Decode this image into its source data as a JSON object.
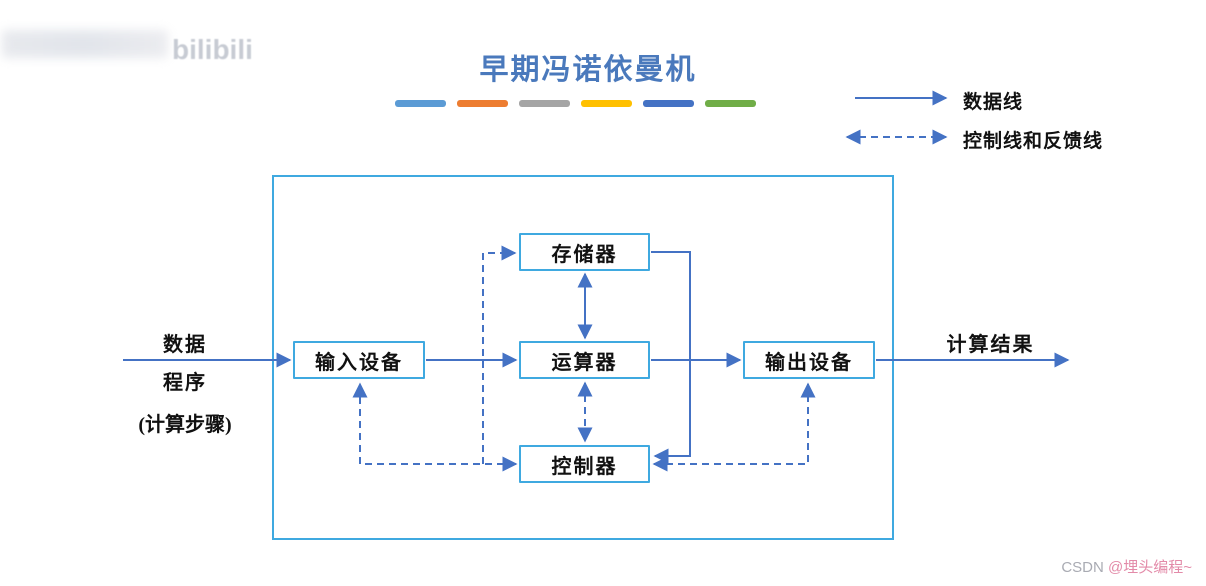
{
  "title": "早期冯诺依曼机",
  "legend": {
    "data_line_label": "数据线",
    "control_line_label": "控制线和反馈线"
  },
  "diagram": {
    "memory_label": "存储器",
    "alu_label": "运算器",
    "controller_label": "控制器",
    "input_label": "输入设备",
    "output_label": "输出设备",
    "input_caption_line1": "数据",
    "input_caption_line2": "程序",
    "input_caption_line3": "(计算步骤)",
    "output_caption": "计算结果"
  },
  "colors": {
    "title_blue": "#4a79bc",
    "box_border_blue": "#3fa9e0",
    "arrow_blue": "#4472c4",
    "divider_bars": [
      "#5b9bd5",
      "#ed7d31",
      "#a5a5a5",
      "#ffc000",
      "#4472c4",
      "#70ad47"
    ]
  },
  "watermarks": {
    "bilibili_logo_text": "bilibili",
    "csdn_brand": "CSDN",
    "csdn_user": "@埋头编程~"
  }
}
